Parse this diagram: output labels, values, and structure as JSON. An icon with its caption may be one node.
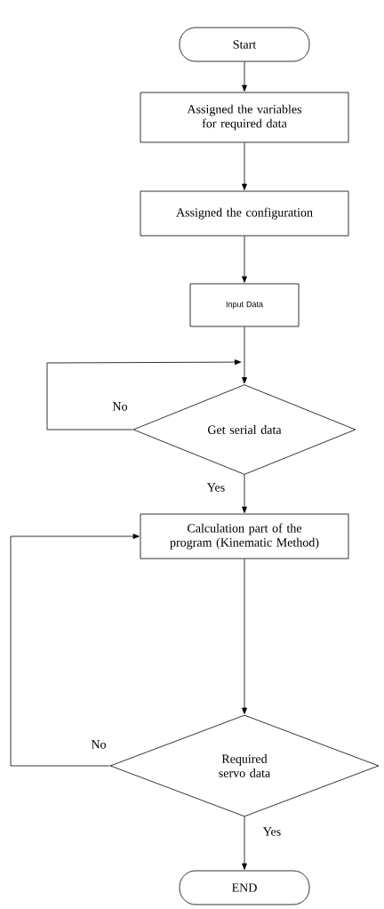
{
  "diagram": {
    "nodes": [
      {
        "text": [
          "Start"
        ]
      },
      {
        "text": [
          "Assigned the variables for required data"
        ]
      },
      {
        "text": [
          "Assigned the configuration"
        ]
      },
      {
        "text": [
          "Input Data"
        ]
      },
      {
        "text": [
          "Get serial data"
        ]
      },
      {
        "text": [
          "Calculation part of the program (Kinematic Method)"
        ]
      },
      {
        "text": [
          "Required servo data"
        ]
      },
      {
        "text": [
          "END"
        ]
      }
    ],
    "edges": [
      {
        "from": 0,
        "to": 1,
        "arrow": "to"
      },
      {
        "from": 1,
        "to": 2,
        "arrow": "to"
      },
      {
        "from": 2,
        "to": 3,
        "arrow": "to"
      },
      {
        "from": 3,
        "to": 4,
        "arrow": "to"
      },
      {
        "from": 4,
        "to": 4,
        "arrow": "to",
        "label": "No"
      },
      {
        "from": 4,
        "to": 5,
        "arrow": "to",
        "label": "Yes"
      },
      {
        "from": 5,
        "to": 6,
        "arrow": "to"
      },
      {
        "from": 6,
        "to": 5,
        "arrow": "to",
        "label": "No"
      },
      {
        "from": 6,
        "to": 7,
        "arrow": "to",
        "label": "Yes"
      }
    ]
  }
}
